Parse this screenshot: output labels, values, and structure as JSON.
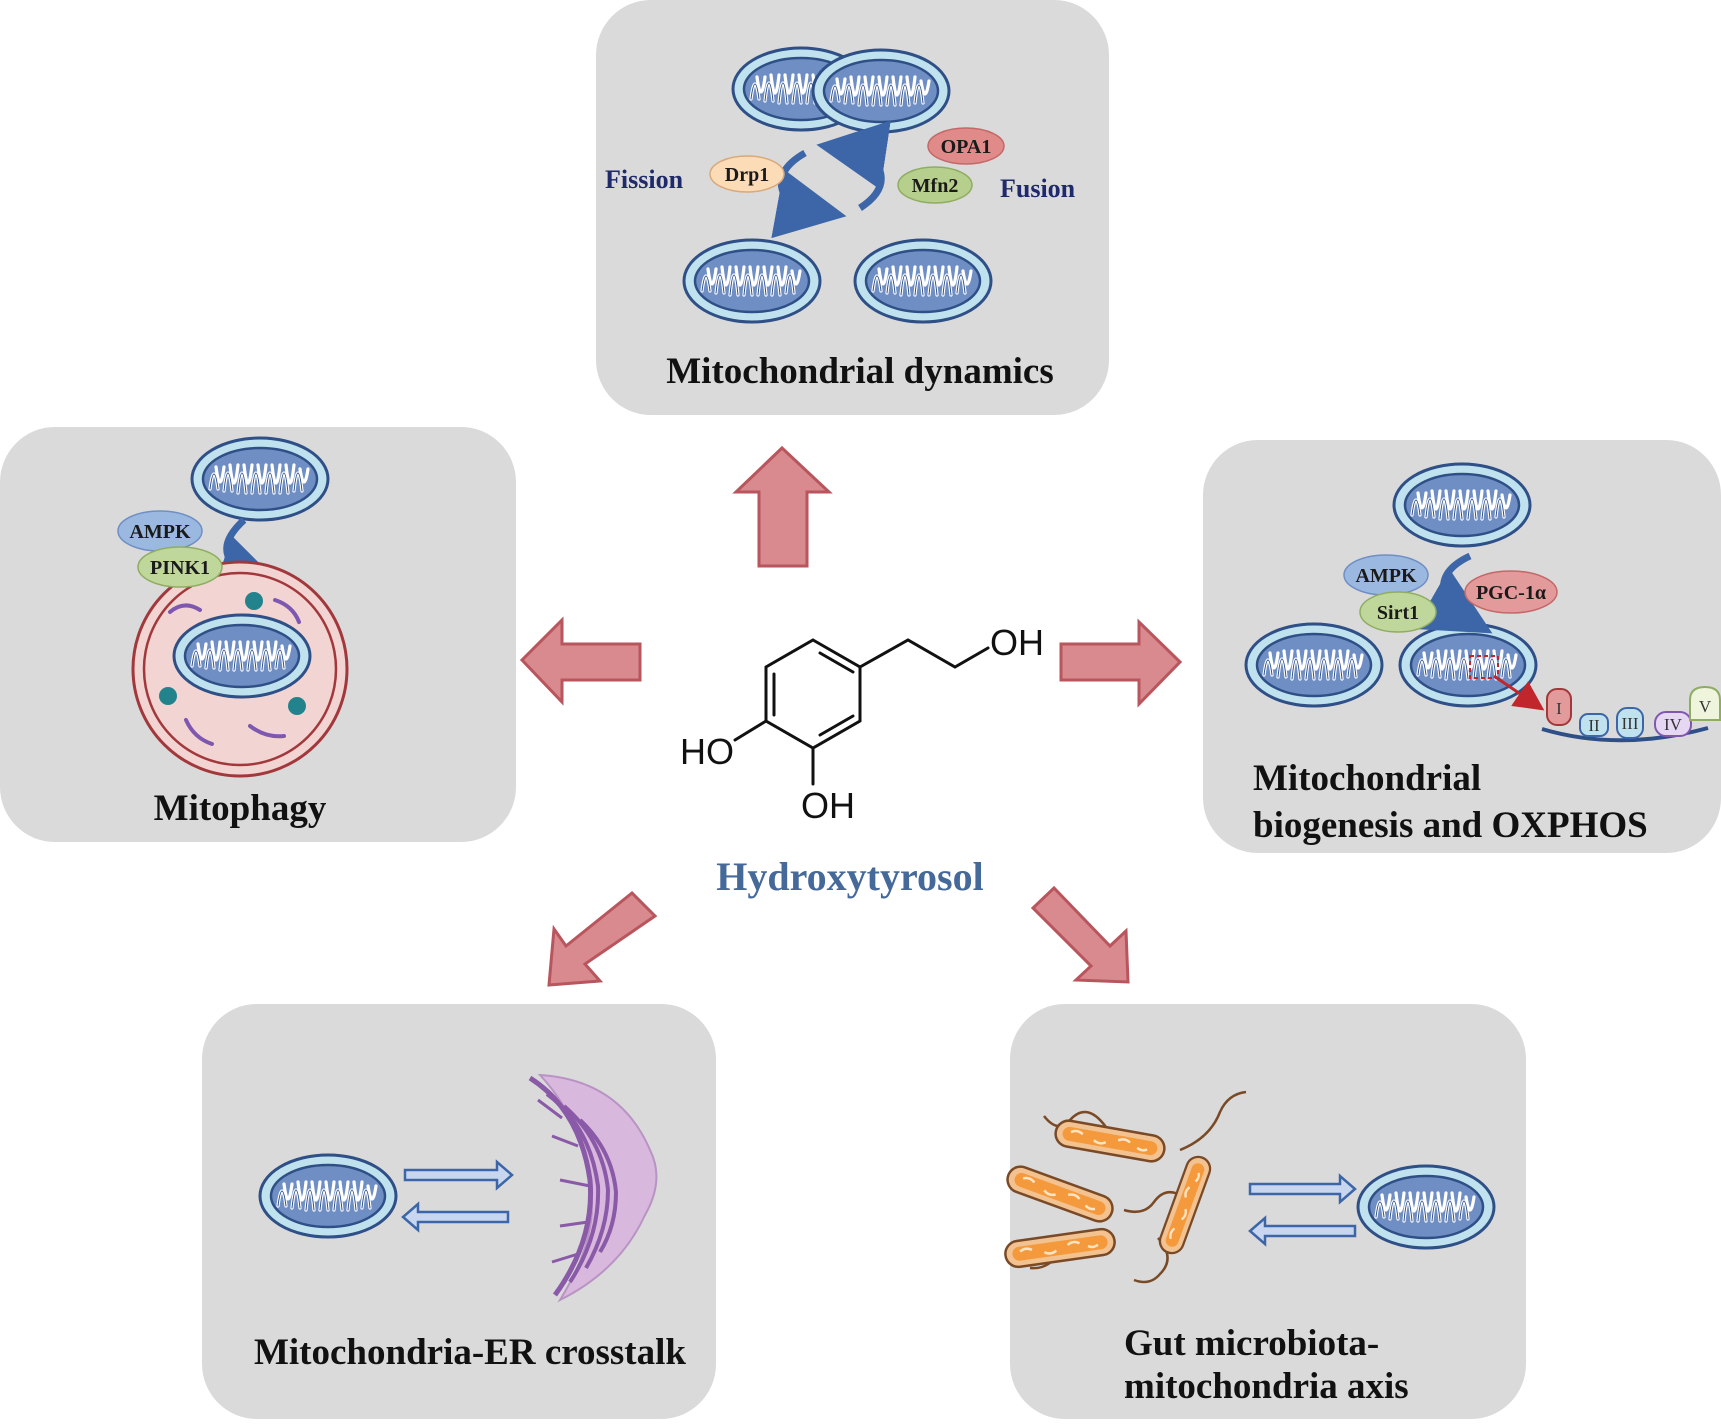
{
  "colors": {
    "panel": "#dadada",
    "arrow_fill": "#d98a8f",
    "arrow_stroke": "#b9555c",
    "mito_outer": "#bfe2ee",
    "mito_inner": "#6f8fc4",
    "mito_stroke": "#2f4f87",
    "label_dark": "#1f2a6b",
    "center_name": "#456a9a"
  },
  "center": {
    "name": "Hydroxytyrosol",
    "oh_top": "OH",
    "ho_left": "HO",
    "oh_bottom": "OH"
  },
  "dynamics": {
    "title": "Mitochondrial dynamics",
    "fission": "Fission",
    "fusion": "Fusion",
    "drp1": "Drp1",
    "opa1": "OPA1",
    "mfn2": "Mfn2"
  },
  "mitophagy": {
    "title": "Mitophagy",
    "ampk": "AMPK",
    "pink1": "PINK1"
  },
  "biogenesis": {
    "title_line1": "Mitochondrial",
    "title_line2": "biogenesis and OXPHOS",
    "ampk": "AMPK",
    "sirt1": "Sirt1",
    "pgc": "PGC-1α",
    "complexes": [
      "I",
      "II",
      "III",
      "IV",
      "V"
    ]
  },
  "er": {
    "title": "Mitochondria-ER crosstalk"
  },
  "gut": {
    "title_line1": "Gut microbiota-",
    "title_line2": "mitochondria axis"
  }
}
